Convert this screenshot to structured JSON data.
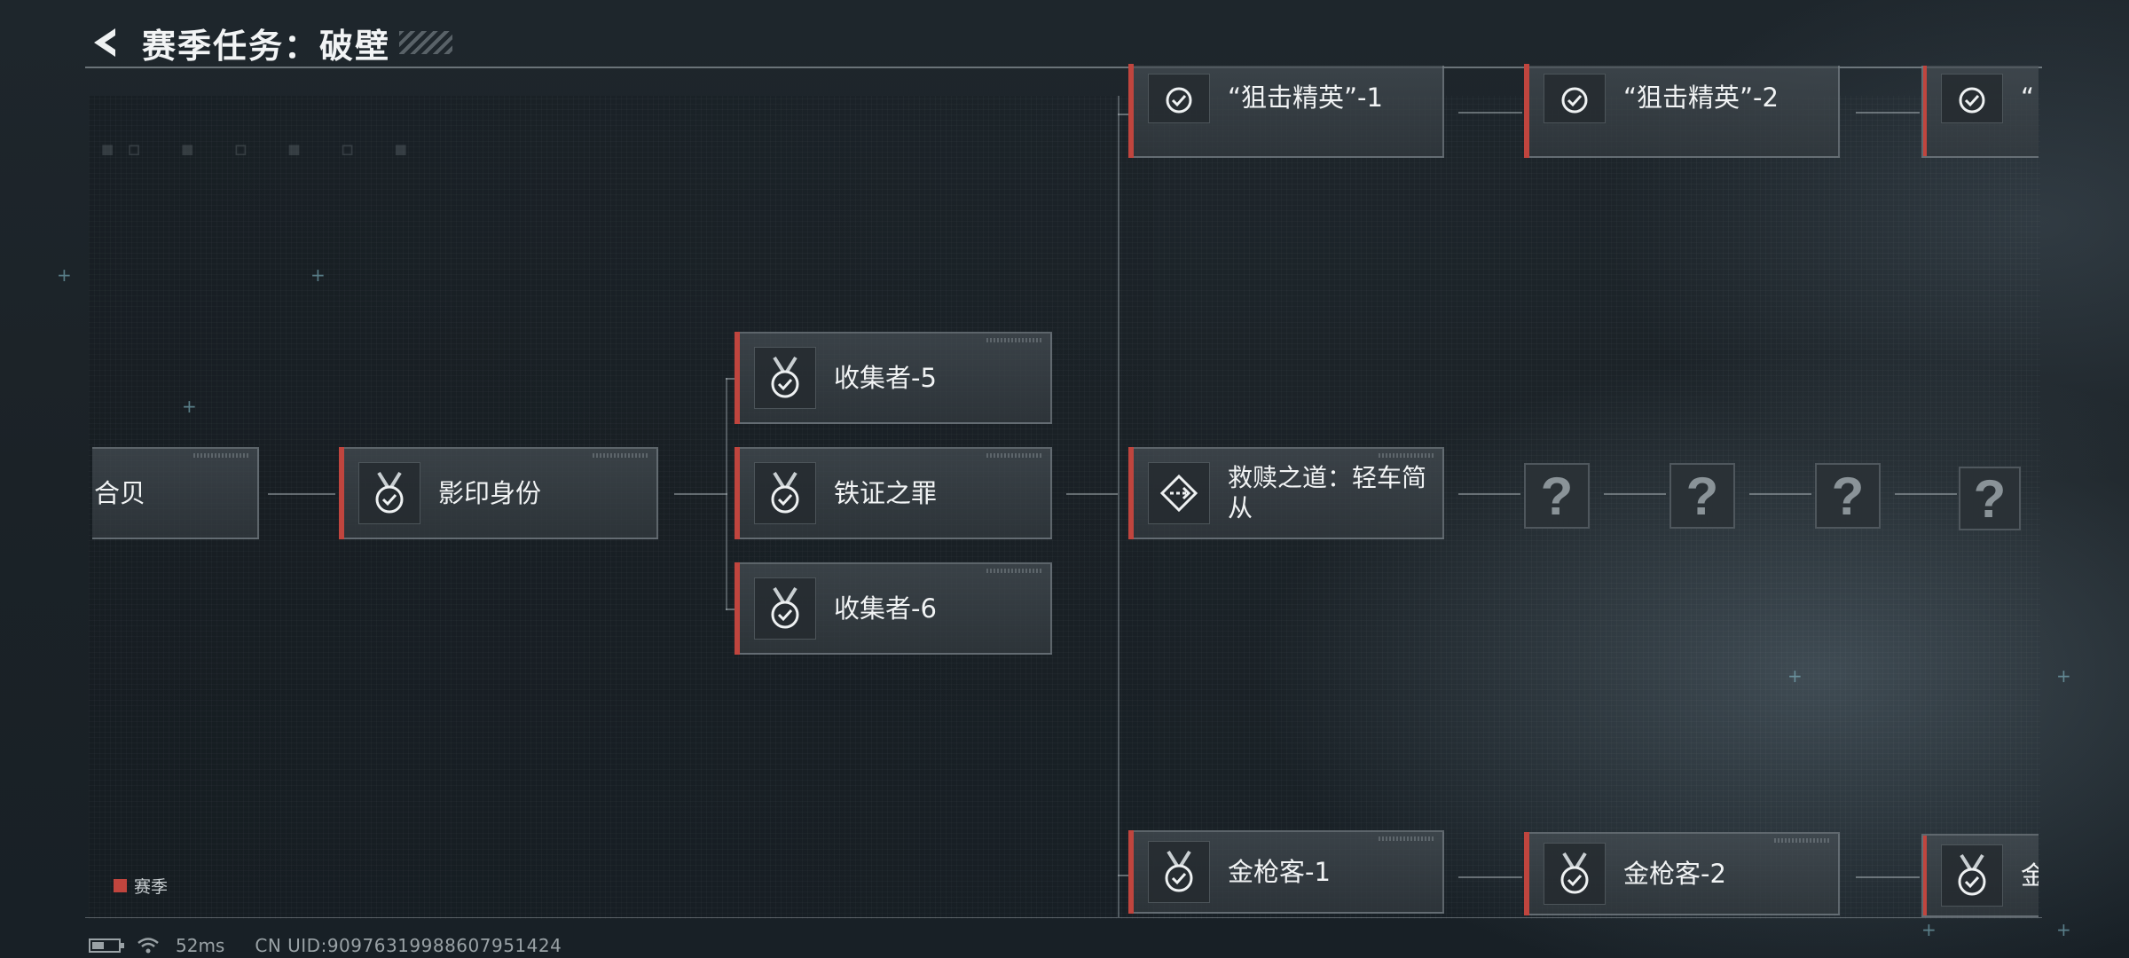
{
  "header": {
    "title": "赛季任务：破壁"
  },
  "legend": {
    "label": "赛季",
    "color": "#c0453e"
  },
  "status": {
    "battery_level": 0.45,
    "ping": "52ms",
    "uid": "CN UID:9097631998860795​1424"
  },
  "nodes": {
    "partial_left": "合贝",
    "shadow_identity": "影印身份",
    "collector5": "收集者-5",
    "iron_proof": "铁证之罪",
    "collector6": "收集者-6",
    "redemption": "救赎之道：轻车简从",
    "sniper1": "“狙击精英”-1",
    "sniper2": "“狙击精英”-2",
    "sniper3": "“",
    "gold1": "金枪客-1",
    "gold2": "金枪客-2",
    "gold3": "金"
  },
  "unknown_glyph": "?",
  "icons": {
    "medal": "medal-check-icon",
    "branch": "branch-path-icon",
    "back": "back-arrow-icon",
    "wifi": "wifi-icon",
    "battery": "battery-icon"
  }
}
